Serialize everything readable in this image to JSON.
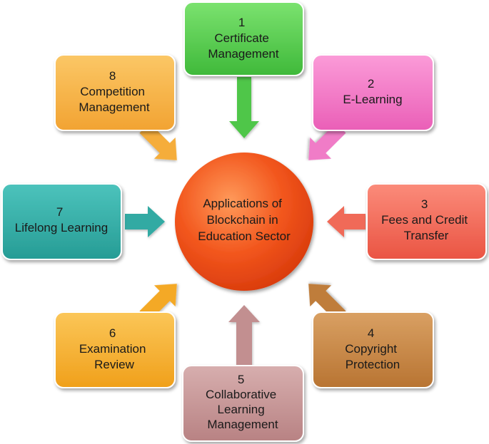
{
  "center": {
    "lines": [
      "Applications of",
      "Blockchain in",
      "Education Sector"
    ]
  },
  "nodes": [
    {
      "id": "certificate-management",
      "lines": [
        "1",
        "Certificate",
        "Management"
      ],
      "color": "#5fd15a"
    },
    {
      "id": "e-learning",
      "lines": [
        "2",
        "E-Learning"
      ],
      "color": "#f47ec9"
    },
    {
      "id": "fees-and-credit-transfer",
      "lines": [
        "3",
        "Fees and Credit",
        "Transfer"
      ],
      "color": "#f46f5d"
    },
    {
      "id": "copyright-protection",
      "lines": [
        "4",
        "Copyright",
        "Protection"
      ],
      "color": "#c58746"
    },
    {
      "id": "collaborative-learning-management",
      "lines": [
        "5",
        "Collaborative",
        "Learning",
        "Management"
      ],
      "color": "#c79697"
    },
    {
      "id": "examination-review",
      "lines": [
        "6",
        "Examination",
        "Review"
      ],
      "color": "#f5b133"
    },
    {
      "id": "lifelong-learning",
      "lines": [
        "7",
        "Lifelong Learning"
      ],
      "color": "#37afa8"
    },
    {
      "id": "competition-management",
      "lines": [
        "8",
        "Competition",
        "Management"
      ],
      "color": "#f7b546"
    }
  ]
}
